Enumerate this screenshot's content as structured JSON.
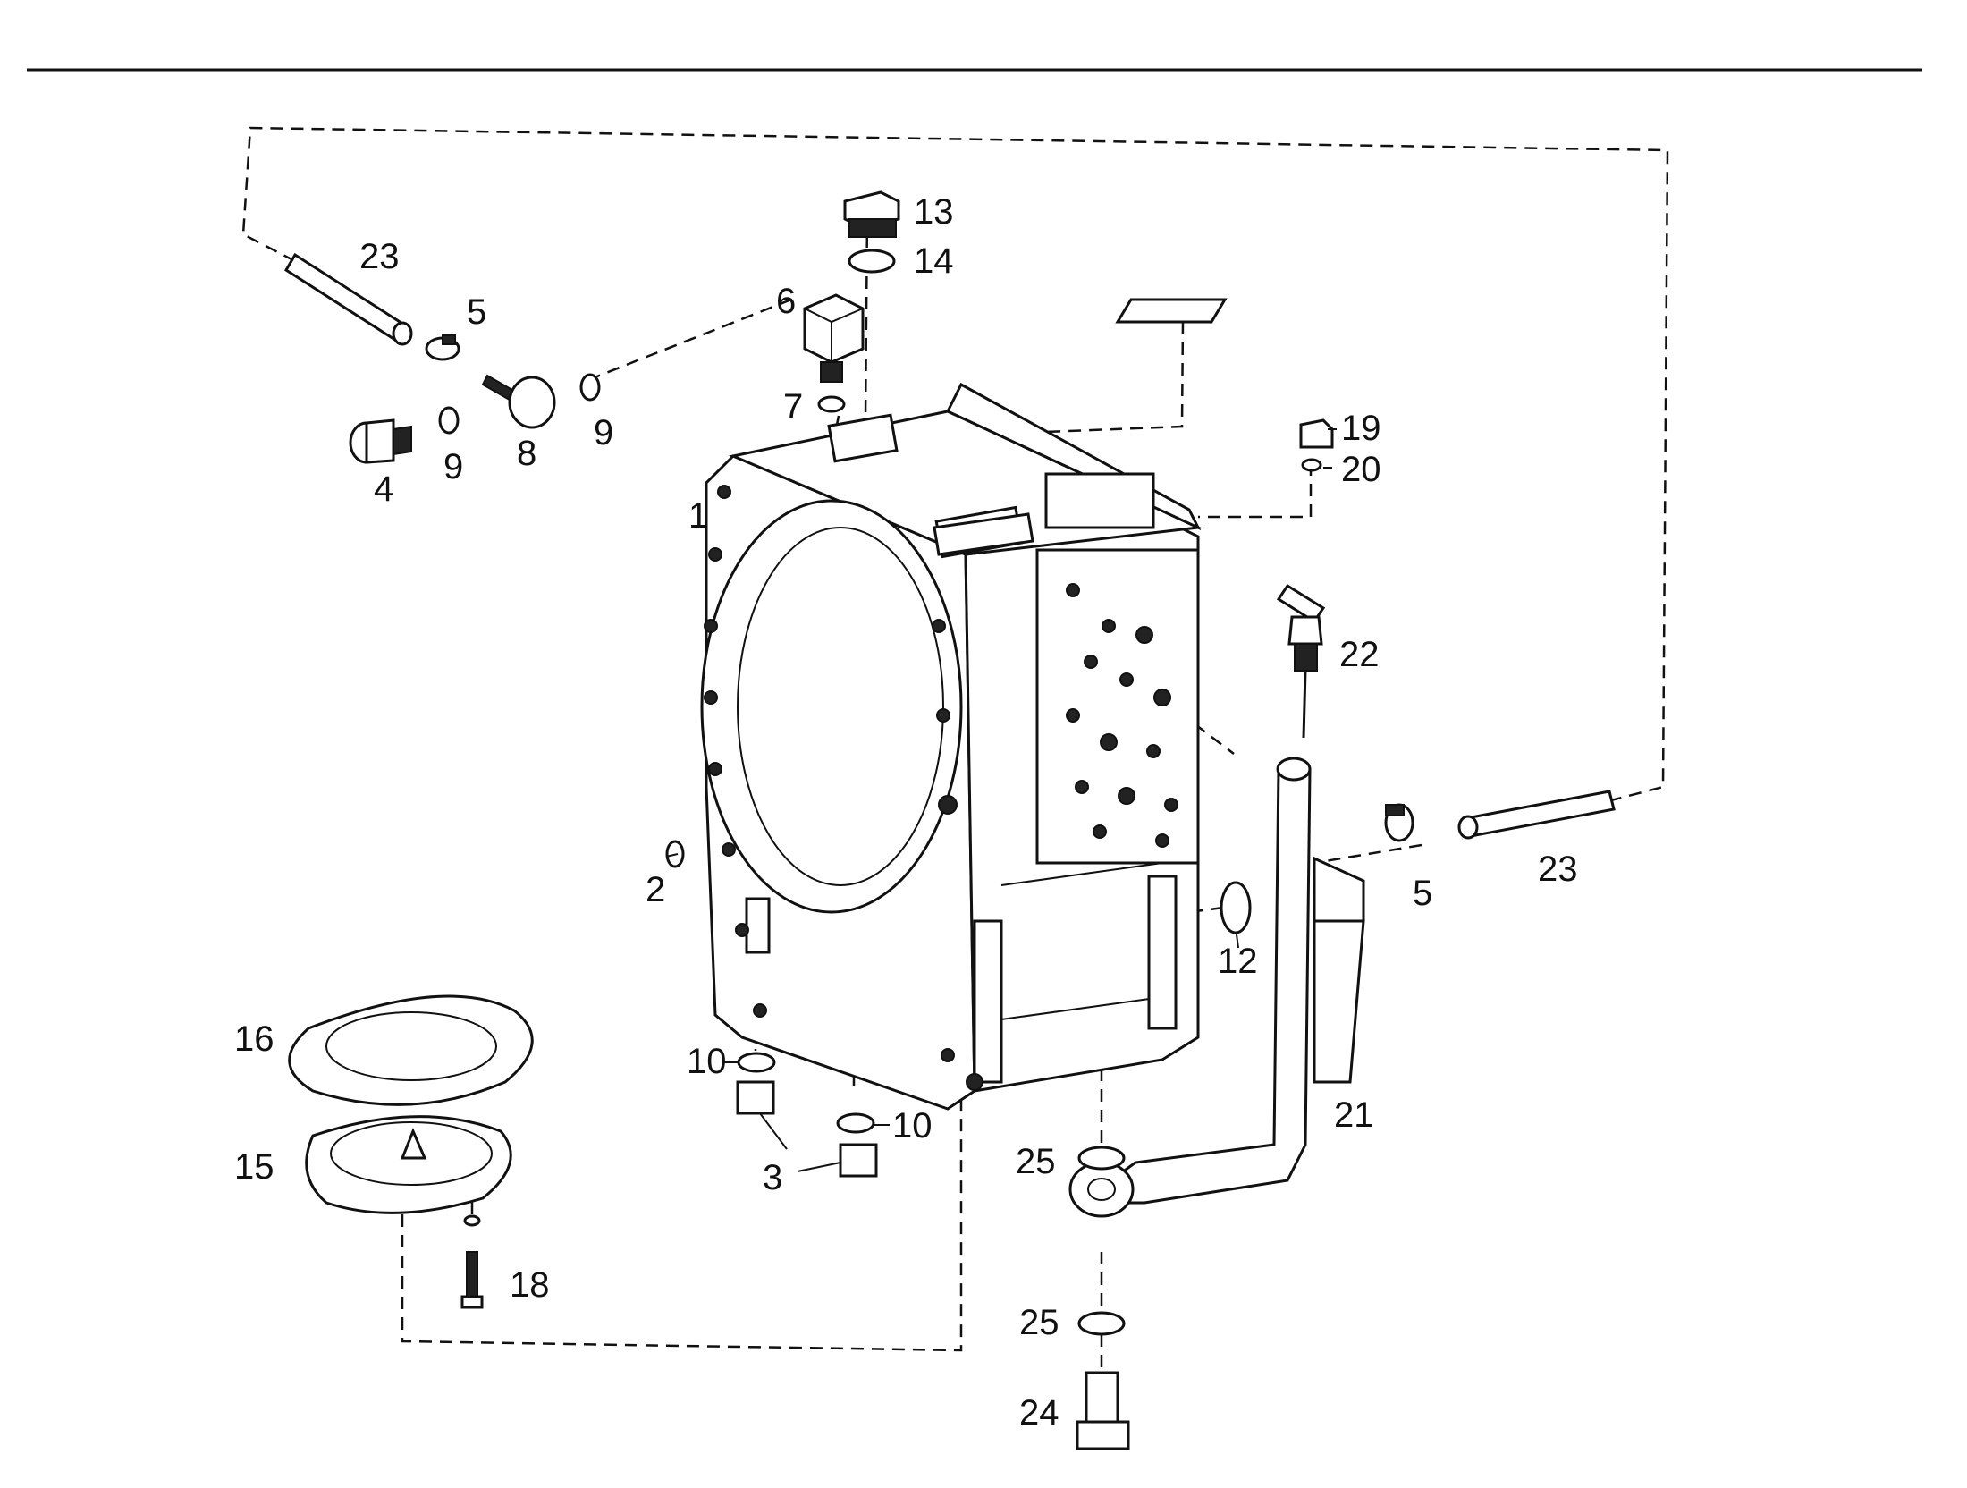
{
  "diagram": {
    "callouts": [
      {
        "id": "c1",
        "text": "1"
      },
      {
        "id": "c2",
        "text": "2"
      },
      {
        "id": "c3",
        "text": "3"
      },
      {
        "id": "c4",
        "text": "4"
      },
      {
        "id": "c5a",
        "text": "5"
      },
      {
        "id": "c5b",
        "text": "5"
      },
      {
        "id": "c6",
        "text": "6"
      },
      {
        "id": "c7",
        "text": "7"
      },
      {
        "id": "c8",
        "text": "8"
      },
      {
        "id": "c9a",
        "text": "9"
      },
      {
        "id": "c9b",
        "text": "9"
      },
      {
        "id": "c10a",
        "text": "10"
      },
      {
        "id": "c10b",
        "text": "10"
      },
      {
        "id": "c12",
        "text": "12"
      },
      {
        "id": "c13",
        "text": "13"
      },
      {
        "id": "c14",
        "text": "14"
      },
      {
        "id": "c15",
        "text": "15"
      },
      {
        "id": "c16",
        "text": "16"
      },
      {
        "id": "c18",
        "text": "18"
      },
      {
        "id": "c19",
        "text": "19"
      },
      {
        "id": "c20",
        "text": "20"
      },
      {
        "id": "c21",
        "text": "21"
      },
      {
        "id": "c22",
        "text": "22"
      },
      {
        "id": "c23a",
        "text": "23"
      },
      {
        "id": "c23b",
        "text": "23"
      },
      {
        "id": "c24",
        "text": "24"
      },
      {
        "id": "c25a",
        "text": "25"
      },
      {
        "id": "c25b",
        "text": "25"
      }
    ]
  }
}
